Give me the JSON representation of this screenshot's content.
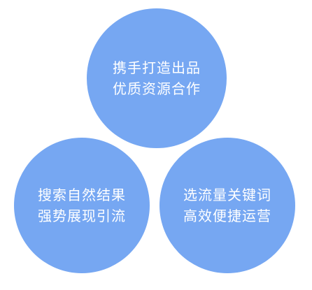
{
  "colors": {
    "circle_fill": "#76a7f2",
    "text": "#ffffff",
    "background": "#ffffff"
  },
  "circles": [
    {
      "line1": "携手打造出品",
      "line2": "优质资源合作"
    },
    {
      "line1": "搜索自然结果",
      "line2": "强势展现引流"
    },
    {
      "line1": "选流量关键词",
      "line2": "高效便捷运营"
    }
  ]
}
